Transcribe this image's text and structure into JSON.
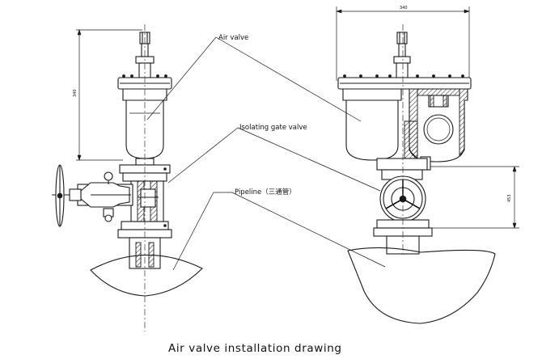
{
  "labels": {
    "air_valve": "Air valve",
    "isolating_gate_valve": "Isolating gate valve",
    "pipeline": "Pipeline（三通管）"
  },
  "dimensions": {
    "overall_width": "340",
    "left_height": "340",
    "right_height": "453"
  },
  "caption": "Air valve installation drawing"
}
